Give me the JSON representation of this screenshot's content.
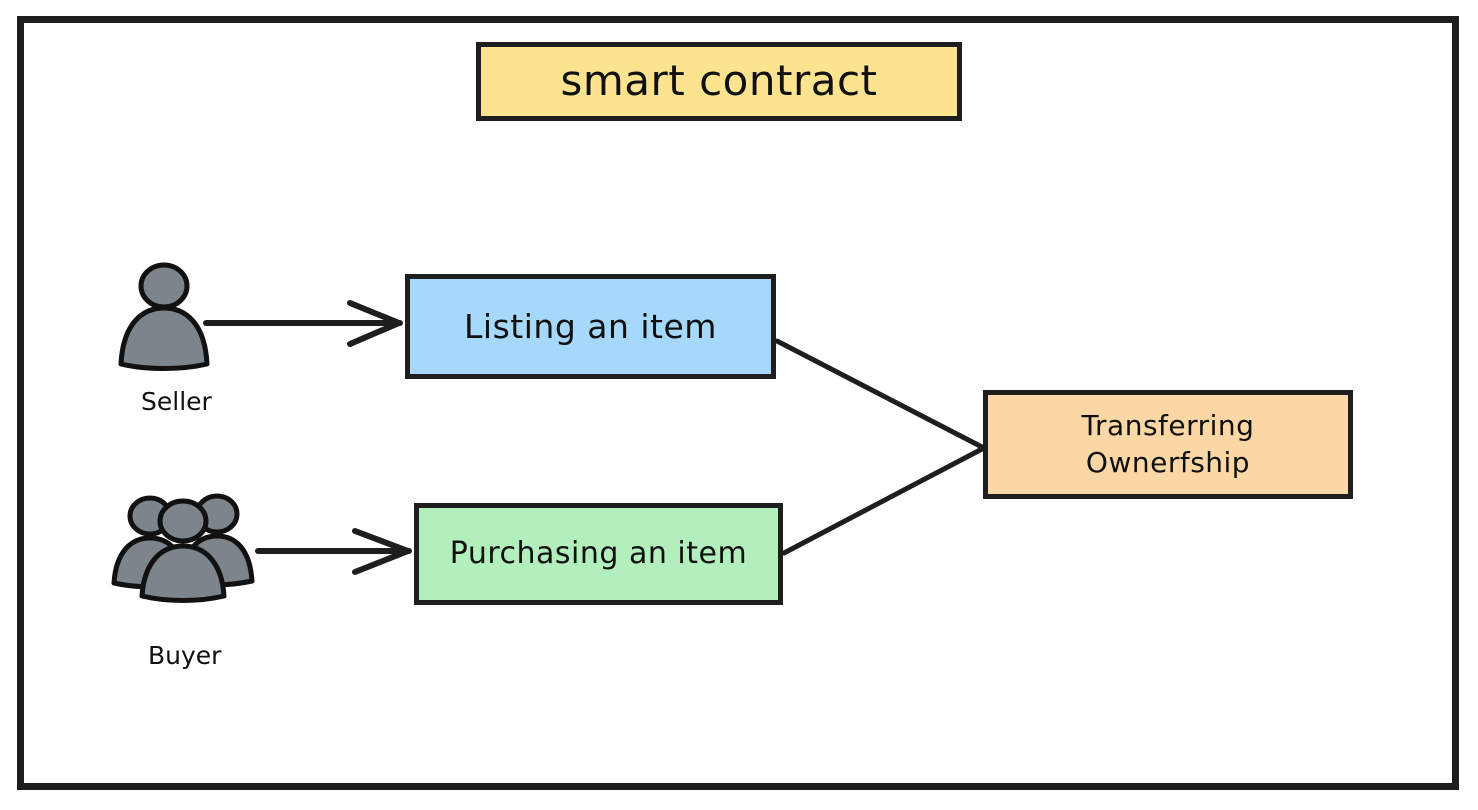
{
  "diagram": {
    "title": "smart contract",
    "frame": {
      "border_color": "#1e1e1e",
      "background": "#ffffff"
    },
    "nodes": [
      {
        "id": "title",
        "label": "smart contract",
        "fill": "#fbe38f",
        "border": "#1e1e1e"
      },
      {
        "id": "listing",
        "label": "Listing an item",
        "fill": "#a5d8fb",
        "border": "#1e1e1e"
      },
      {
        "id": "purchasing",
        "label": "Purchasing an item",
        "fill": "#b2efbd",
        "border": "#1e1e1e"
      },
      {
        "id": "transferring",
        "label": "Transferring\nOwnerfship",
        "fill": "#fbd7a5",
        "border": "#1e1e1e"
      }
    ],
    "actors": [
      {
        "id": "seller",
        "caption": "Seller",
        "icon": "single-person-icon",
        "fill": "#7c848c"
      },
      {
        "id": "buyer",
        "caption": "Buyer",
        "icon": "group-of-people-icon",
        "fill": "#7c848c"
      }
    ],
    "connectors": [
      {
        "from": "seller",
        "to": "listing",
        "style": "arrow"
      },
      {
        "from": "buyer",
        "to": "purchasing",
        "style": "arrow"
      },
      {
        "from": "listing",
        "to": "transferring",
        "style": "line"
      },
      {
        "from": "purchasing",
        "to": "transferring",
        "style": "line"
      }
    ]
  }
}
